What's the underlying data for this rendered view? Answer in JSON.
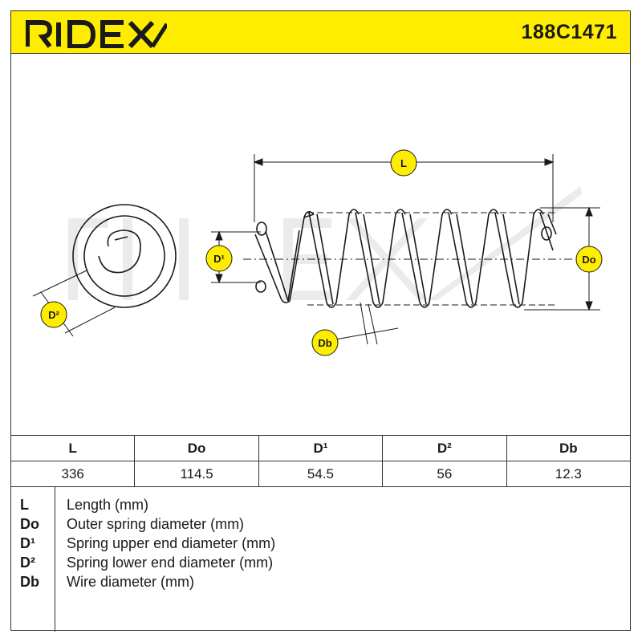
{
  "header": {
    "brand": "RIDEX",
    "part_number": "188C1471",
    "accent_color": "#ffed00"
  },
  "drawing": {
    "watermark": "RIDEX",
    "labels": {
      "L": "L",
      "Do": "Do",
      "D1": "D¹",
      "D2": "D²",
      "Db": "Db"
    }
  },
  "table": {
    "headers": [
      "L",
      "Do",
      "D¹",
      "D²",
      "Db"
    ],
    "values": [
      "336",
      "114.5",
      "54.5",
      "56",
      "12.3"
    ]
  },
  "legend": [
    {
      "key": "L",
      "text": "Length (mm)"
    },
    {
      "key": "Do",
      "text": "Outer spring diameter (mm)"
    },
    {
      "key": "D¹",
      "text": "Spring upper end diameter (mm)"
    },
    {
      "key": "D²",
      "text": "Spring lower end diameter (mm)"
    },
    {
      "key": "Db",
      "text": "Wire diameter (mm)"
    }
  ]
}
